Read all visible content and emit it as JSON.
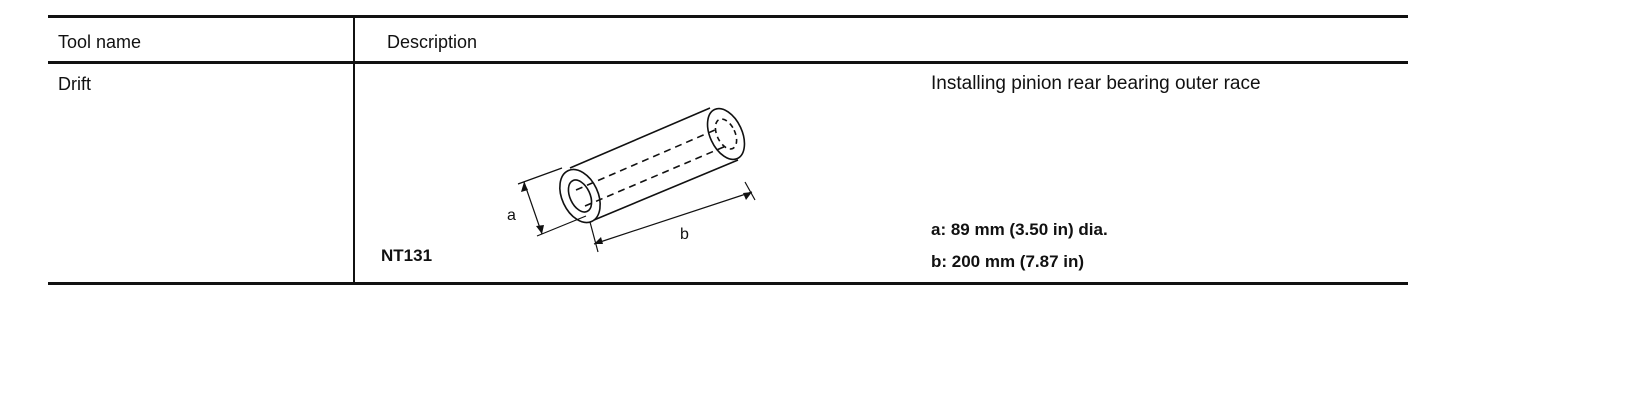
{
  "table": {
    "headers": {
      "tool_name": "Tool name",
      "description": "Description"
    },
    "row": {
      "tool_name": "Drift",
      "tool_code": "NT131",
      "purpose": "Installing pinion rear bearing outer race",
      "spec_a": "a: 89 mm (3.50 in) dia.",
      "spec_b": "b: 200 mm (7.87 in)",
      "illustration": {
        "icon": "drift-tube-icon",
        "label_a": "a",
        "label_b": "b"
      }
    }
  }
}
